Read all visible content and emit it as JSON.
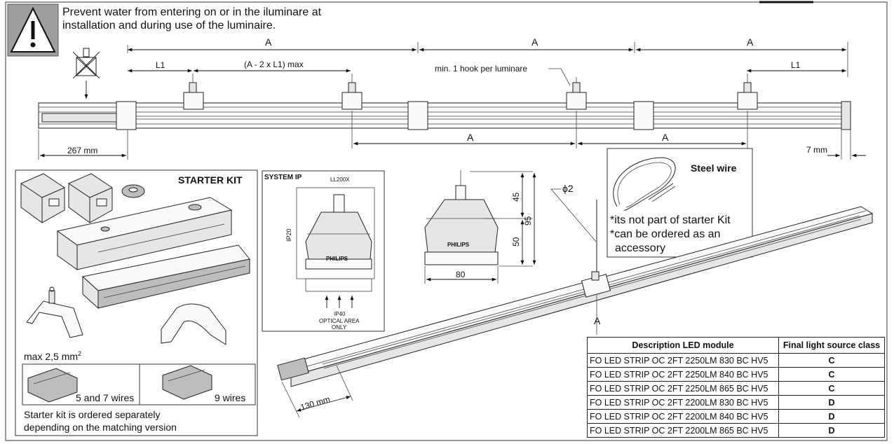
{
  "warning": {
    "line1": "Prevent water from entering on or in the iluminare at",
    "line2": "installation and during use of the luminaire.",
    "icon": "warning-triangle-icon",
    "icon_bg": "#9e9e9e"
  },
  "dimensions": {
    "a": "A",
    "l1": "L1",
    "a_minus": "(A - 2 x L1) max",
    "hook_note": "min. 1 hook per luminare",
    "d267": "267 mm",
    "d7": "7 mm",
    "d130": "130 mm",
    "phi2": "ϕ2",
    "h45": "45",
    "h50": "50",
    "h95": "95",
    "w80": "80"
  },
  "starter_kit": {
    "title": "STARTER KIT",
    "max_label": "max 2,5 mm",
    "max_sup": "2",
    "wires_5_7": "5 and 7 wires",
    "wires_9": "9 wires",
    "note_line1": "Starter kit is ordered separately",
    "note_line2": "depending on the matching version"
  },
  "system_ip": {
    "title": "SYSTEM IP",
    "model": "LL200X",
    "ip20": "IP20",
    "brand": "PHILIPS",
    "ip40": "IP40",
    "optical_line1": "OPTICAL AREA",
    "optical_line2": "ONLY"
  },
  "profile": {
    "brand": "PHILIPS"
  },
  "steel_wire": {
    "title": "Steel wire",
    "note1": "*its not part of starter Kit",
    "note2": "*can be ordered as an",
    "note3": "accessory"
  },
  "led_table": {
    "headers": [
      "Description LED module",
      "Final light source class"
    ],
    "rows": [
      [
        "FO LED STRIP OC 2FT 2250LM 830 BC HV5",
        "C"
      ],
      [
        "FO LED STRIP OC 2FT 2250LM 840 BC HV5",
        "C"
      ],
      [
        "FO LED STRIP OC 2FT 2250LM 865 BC HV5",
        "C"
      ],
      [
        "FO LED STRIP OC 2FT 2200LM 830 BC HV5",
        "D"
      ],
      [
        "FO LED STRIP OC 2FT 2200LM 840 BC HV5",
        "D"
      ],
      [
        "FO LED STRIP OC 2FT 2200LM 865 BC HV5",
        "D"
      ]
    ]
  }
}
